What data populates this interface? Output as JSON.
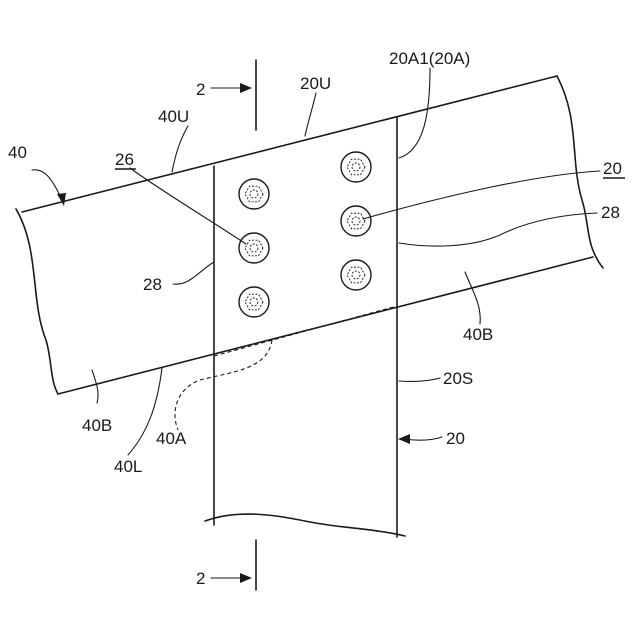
{
  "labels": {
    "section_top": "2",
    "section_bottom": "2",
    "beam": "40",
    "beam_upper_face": "40U",
    "column_upper_face": "20U",
    "column_web": "20A1(20A)",
    "bracket": "26",
    "column_ref_top": "20",
    "bolt_ref_right": "28",
    "bolt_ref_left": "28",
    "beam_bottom_right": "40B",
    "beam_bottom_left": "40B",
    "column_side": "20S",
    "column_ref_side": "20",
    "beam_cut": "40A",
    "beam_lower_face": "40L"
  }
}
